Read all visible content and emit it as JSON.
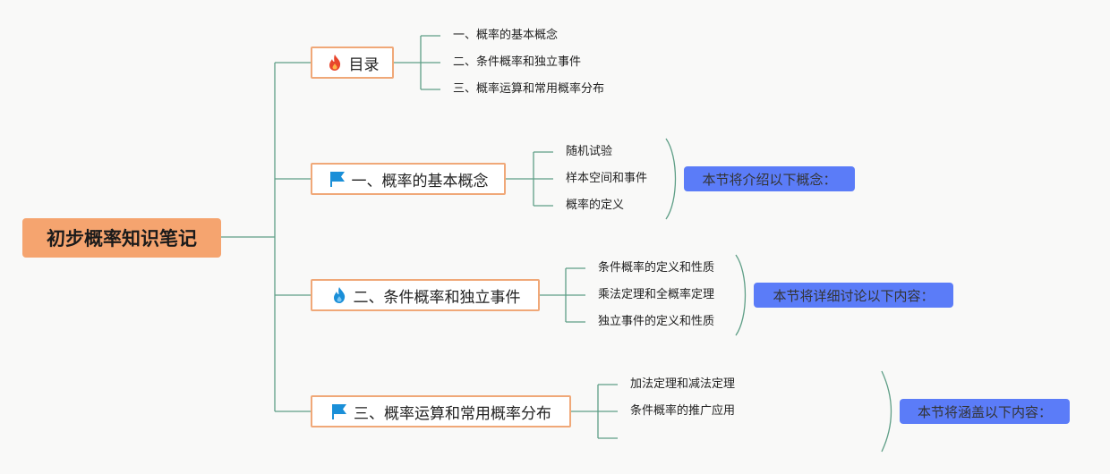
{
  "root": {
    "title": "初步概率知识笔记"
  },
  "topics": [
    {
      "label": "目录",
      "icon": "fire-icon",
      "icon_color": "#e8452c",
      "children": [
        "一、概率的基本概念",
        "二、条件概率和独立事件",
        "三、概率运算和常用概率分布"
      ],
      "summary": null
    },
    {
      "label": "一、概率的基本概念",
      "icon": "flag-icon",
      "icon_color": "#1a8fd8",
      "children": [
        "随机试验",
        "样本空间和事件",
        "概率的定义"
      ],
      "summary": "本节将介绍以下概念："
    },
    {
      "label": "二、条件概率和独立事件",
      "icon": "fire-icon",
      "icon_color": "#1a8fd8",
      "children": [
        "条件概率的定义和性质",
        "乘法定理和全概率定理",
        "独立事件的定义和性质"
      ],
      "summary": "本节将详细讨论以下内容："
    },
    {
      "label": "三、概率运算和常用概率分布",
      "icon": "flag-icon",
      "icon_color": "#1a8fd8",
      "children": [
        "加法定理和减法定理",
        "条件概率的推广应用",
        ""
      ],
      "summary": "本节将涵盖以下内容："
    }
  ],
  "colors": {
    "line": "#5e9e86",
    "node_border": "#f0a878",
    "root_fill": "#f5a46f",
    "summary_fill": "#5b7cf8"
  }
}
